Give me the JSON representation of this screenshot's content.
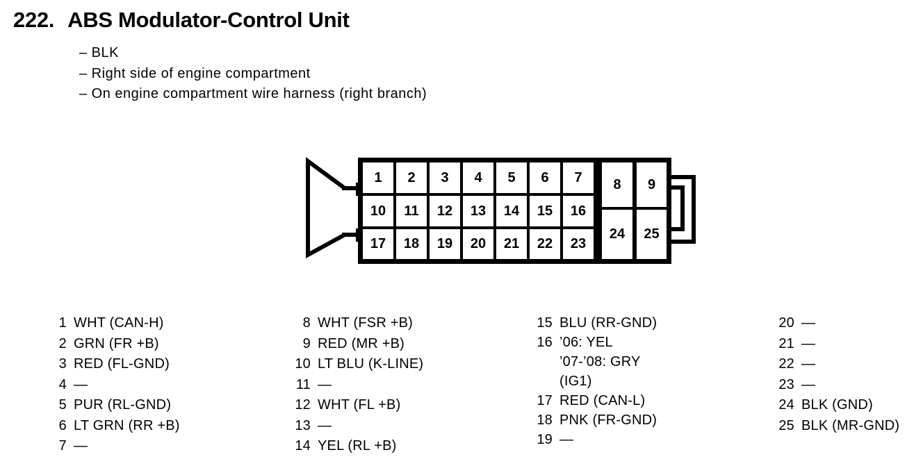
{
  "header": {
    "number": "222.",
    "title": "ABS Modulator-Control Unit",
    "bullets": [
      "– BLK",
      "– Right side of engine compartment",
      "– On engine compartment wire harness (right branch)"
    ]
  },
  "connector": {
    "grid": [
      "1",
      "2",
      "3",
      "4",
      "5",
      "6",
      "7",
      "10",
      "11",
      "12",
      "13",
      "14",
      "15",
      "16",
      "17",
      "18",
      "19",
      "20",
      "21",
      "22",
      "23"
    ],
    "tall_cells": [
      "8",
      "9",
      "24",
      "25"
    ]
  },
  "pins": {
    "col1": [
      {
        "n": "1",
        "label": "WHT (CAN-H)"
      },
      {
        "n": "2",
        "label": "GRN (FR +B)"
      },
      {
        "n": "3",
        "label": "RED (FL-GND)"
      },
      {
        "n": "4",
        "label": "—"
      },
      {
        "n": "5",
        "label": "PUR (RL-GND)"
      },
      {
        "n": "6",
        "label": "LT GRN (RR +B)"
      },
      {
        "n": "7",
        "label": "—"
      }
    ],
    "col2": [
      {
        "n": "8",
        "label": "WHT (FSR +B)"
      },
      {
        "n": "9",
        "label": "RED (MR +B)"
      },
      {
        "n": "10",
        "label": "LT BLU (K-LINE)"
      },
      {
        "n": "11",
        "label": "—"
      },
      {
        "n": "12",
        "label": "WHT (FL +B)"
      },
      {
        "n": "13",
        "label": "—"
      },
      {
        "n": "14",
        "label": "YEL (RL +B)"
      }
    ],
    "col3": [
      {
        "n": "15",
        "label": "BLU (RR-GND)"
      },
      {
        "n": "16",
        "label": "’06: YEL"
      },
      {
        "n": "",
        "label": "’07-’08: GRY"
      },
      {
        "n": "",
        "label": "(IG1)"
      },
      {
        "n": "17",
        "label": "RED (CAN-L)"
      },
      {
        "n": "18",
        "label": "PNK (FR-GND)"
      },
      {
        "n": "19",
        "label": "—"
      }
    ],
    "col4": [
      {
        "n": "20",
        "label": "—"
      },
      {
        "n": "21",
        "label": "—"
      },
      {
        "n": "22",
        "label": "—"
      },
      {
        "n": "23",
        "label": "—"
      },
      {
        "n": "24",
        "label": "BLK (GND)"
      },
      {
        "n": "25",
        "label": "BLK (MR-GND)"
      }
    ]
  },
  "colors": {
    "ink": "#000000",
    "paper": "#ffffff"
  }
}
